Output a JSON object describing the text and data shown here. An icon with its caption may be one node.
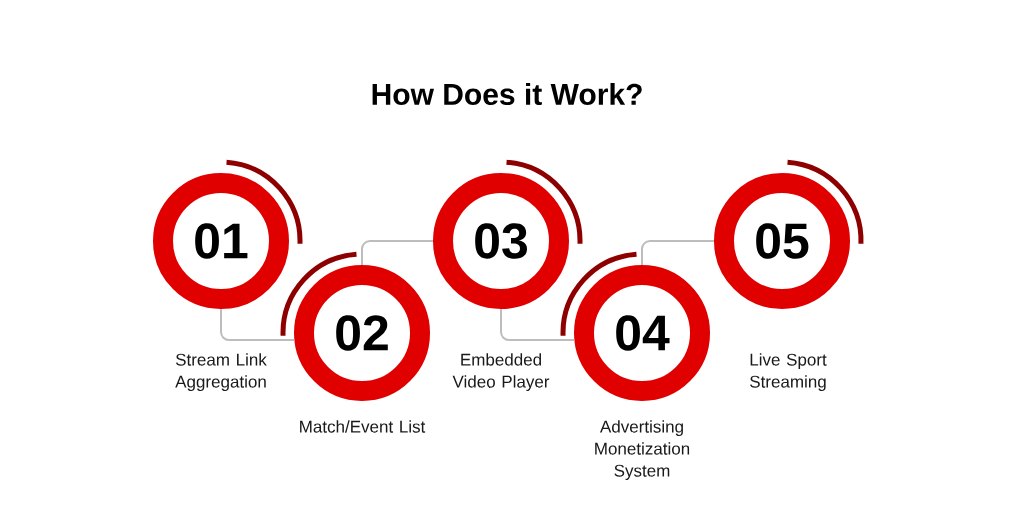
{
  "diagram": {
    "title": "How Does it Work?",
    "nodes": [
      {
        "text": [
          "01"
        ],
        "beside": [
          "Stream Link Aggregation"
        ]
      },
      {
        "text": [
          "02"
        ],
        "beside": [
          "Match/Event List"
        ]
      },
      {
        "text": [
          "03"
        ],
        "beside": [
          "Embedded Video Player"
        ]
      },
      {
        "text": [
          "04"
        ],
        "beside": [
          "Advertising Monetization System"
        ]
      },
      {
        "text": [
          "05"
        ],
        "beside": [
          "Live Sport Streaming"
        ]
      }
    ],
    "edges": [
      {
        "from": 0,
        "to": 1,
        "arrow": "none"
      },
      {
        "from": 1,
        "to": 2,
        "arrow": "none"
      },
      {
        "from": 2,
        "to": 3,
        "arrow": "none"
      },
      {
        "from": 3,
        "to": 4,
        "arrow": "none"
      }
    ]
  }
}
